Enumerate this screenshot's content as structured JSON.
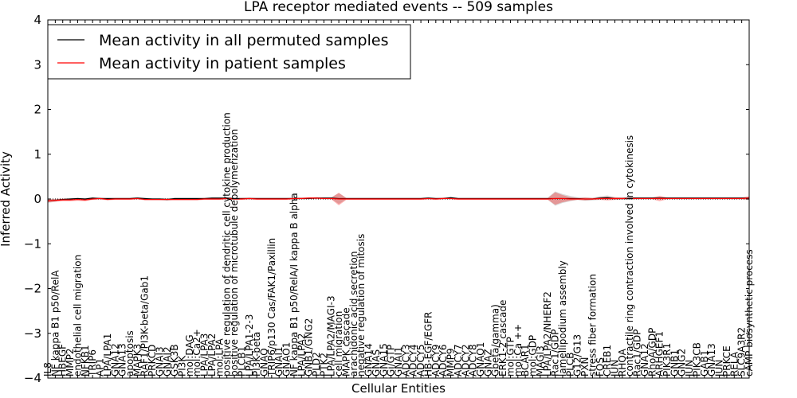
{
  "chart_data": {
    "type": "line",
    "title": "LPA receptor mediated events -- 509 samples",
    "xlabel": "Cellular Entities",
    "ylabel": "Inferred Activity",
    "ylim": [
      -4,
      4
    ],
    "yticks": [
      -4,
      -3,
      -2,
      -1,
      0,
      1,
      2,
      3,
      4
    ],
    "legend_position": "upper-left",
    "grid": false,
    "categories": [
      "IL8",
      "NF kappa B1 p50/RelA",
      "HBEGF",
      "MMP2",
      "endothelial cell migration",
      "NFKB1",
      "TRIP6",
      "AP1",
      "LPA/LPA1",
      "GNA12",
      "GNA13",
      "apoptosis",
      "MAPK3",
      "RAF1/PI3K-beta/Gab1",
      "PRKCD",
      "GNAI3",
      "GNAI2",
      "GSK3B",
      "PI3K",
      "mol:DAG",
      "mol:Ca2+",
      "LPA/LPA3",
      "LPA/LPA2",
      "mol:LPA",
      "positive regulation of dendritic cell cytokine production",
      "positive regulation of microtubule depolymerization",
      "PLCB1",
      "LPA/LPA1-2-3",
      "PI3K-beta",
      "GNAQ",
      "TRIP6/p130 Cas/FAK1/Paxillin",
      "GNAI1",
      "GNAO1",
      "NF kappa B1 p50/RelA/I kappa B alpha",
      "LPA/LPA2",
      "GNB1/GNG2",
      "PLD2",
      "PTK2",
      "LPA/LPA2/MAGI-3",
      "cell migration",
      "MAPK cascade",
      "arachidonic acid secretion",
      "negative regulation of mitosis",
      "GNA14",
      "GNAS",
      "GNA15",
      "Gi/GTP",
      "GNAI1",
      "ADCY3",
      "ADCY4",
      "ADCY5",
      "HB-EGF/EGFR",
      "ADCY9",
      "ADCY6",
      "MMP9",
      "ADCY7",
      "ADCY2",
      "ADCY8",
      "GNAO1",
      "GNAZ",
      "Gbeta/gamma)",
      "ERK1-2 cascade",
      "mol:GTP",
      "mol:Ca ++",
      "BCAR1",
      "mol:GDP",
      "MAGI3",
      "LPA/LPA2/NHERF2",
      "Rac1/GDP",
      "lamellipodium assembly",
      "PLCB",
      "G12/G13",
      "PXN",
      "stress fiber formation",
      "FOS",
      "CREB1",
      "JUN",
      "RHOA",
      "contractile ring contraction involved in cytokinesis",
      "Rac1/GDP",
      "GNA12",
      "RhoA/GDP",
      "ARHGEF1",
      "PIK3R1",
      "GNB1",
      "GNG2",
      "JUN",
      "PIK3CB",
      "GAB1",
      "GNA13",
      "JUN",
      "PRKCE",
      "RELA",
      "SLC9A3R2",
      "cAMP biosynthetic process"
    ],
    "series": [
      {
        "name": "Mean activity in all permuted samples",
        "color": "#000000",
        "values": [
          -0.04,
          -0.03,
          -0.01,
          0.0,
          0.01,
          0.0,
          0.02,
          0.01,
          0.01,
          0.01,
          0.01,
          0.01,
          0.02,
          0.01,
          0.0,
          0.0,
          -0.01,
          0.01,
          0.01,
          0.01,
          0.01,
          0.01,
          0.02,
          0.02,
          0.02,
          0.01,
          0.01,
          0.01,
          0.01,
          0.01,
          0.01,
          0.01,
          0.01,
          0.01,
          0.01,
          0.01,
          0.02,
          0.02,
          0.02,
          0.01,
          0.01,
          0.01,
          0.01,
          0.01,
          0.01,
          0.01,
          0.01,
          0.01,
          0.01,
          0.01,
          0.01,
          0.02,
          0.01,
          0.01,
          0.03,
          0.01,
          0.01,
          0.01,
          0.01,
          0.01,
          0.01,
          0.01,
          0.01,
          0.01,
          0.01,
          0.01,
          0.01,
          0.01,
          0.01,
          0.01,
          0.01,
          0.01,
          0.0,
          0.0,
          0.02,
          0.03,
          0.01,
          0.01,
          0.02,
          0.02,
          0.02,
          0.02,
          0.02,
          0.02,
          0.02,
          0.02,
          0.02,
          0.02,
          0.02,
          0.02,
          0.02,
          0.02,
          0.02,
          0.02,
          0.02
        ]
      },
      {
        "name": "Mean activity in patient samples",
        "color": "#ff0000",
        "values": [
          -0.04,
          -0.03,
          -0.02,
          -0.02,
          -0.01,
          -0.02,
          0.0,
          0.01,
          -0.01,
          0.0,
          0.0,
          0.0,
          0.01,
          -0.01,
          -0.01,
          -0.01,
          -0.01,
          -0.01,
          -0.01,
          -0.01,
          -0.01,
          0.0,
          0.0,
          0.0,
          0.01,
          0.0,
          0.0,
          0.01,
          0.0,
          0.0,
          0.0,
          0.0,
          0.0,
          0.01,
          0.01,
          0.02,
          0.02,
          0.01,
          0.01,
          0.0,
          0.0,
          0.0,
          0.0,
          0.0,
          0.0,
          0.0,
          0.0,
          0.0,
          0.0,
          0.0,
          0.0,
          0.01,
          0.0,
          0.01,
          0.01,
          0.0,
          0.0,
          0.0,
          0.0,
          0.0,
          0.0,
          0.0,
          0.0,
          0.0,
          0.0,
          0.0,
          0.0,
          0.0,
          0.01,
          0.01,
          0.0,
          0.0,
          0.0,
          0.0,
          0.01,
          0.01,
          0.01,
          0.01,
          0.01,
          0.01,
          0.01,
          0.01,
          0.01,
          0.01,
          0.01,
          0.01,
          0.01,
          0.01,
          0.01,
          0.01,
          0.01,
          0.01,
          0.01,
          0.01,
          0.02
        ]
      }
    ],
    "band_halfwidth": {
      "permuted": [
        0.05,
        0.03,
        0.02,
        0.02,
        0.02,
        0.02,
        0.02,
        0.02,
        0.02,
        0.02,
        0.02,
        0.02,
        0.02,
        0.02,
        0.02,
        0.02,
        0.03,
        0.02,
        0.02,
        0.02,
        0.02,
        0.02,
        0.02,
        0.02,
        0.02,
        0.02,
        0.02,
        0.02,
        0.02,
        0.02,
        0.02,
        0.02,
        0.02,
        0.02,
        0.02,
        0.02,
        0.02,
        0.02,
        0.02,
        0.12,
        0.02,
        0.02,
        0.02,
        0.02,
        0.02,
        0.02,
        0.02,
        0.02,
        0.02,
        0.02,
        0.02,
        0.02,
        0.02,
        0.02,
        0.02,
        0.02,
        0.02,
        0.02,
        0.02,
        0.02,
        0.02,
        0.02,
        0.02,
        0.02,
        0.02,
        0.02,
        0.02,
        0.02,
        0.16,
        0.1,
        0.06,
        0.03,
        0.04,
        0.03,
        0.04,
        0.05,
        0.03,
        0.03,
        0.02,
        0.02,
        0.02,
        0.02,
        0.03,
        0.02,
        0.02,
        0.02,
        0.02,
        0.02,
        0.02,
        0.02,
        0.02,
        0.02,
        0.02,
        0.02,
        0.03
      ],
      "patient": [
        0.03,
        0.03,
        0.03,
        0.03,
        0.03,
        0.03,
        0.02,
        0.02,
        0.02,
        0.02,
        0.02,
        0.02,
        0.02,
        0.02,
        0.02,
        0.02,
        0.02,
        0.02,
        0.02,
        0.02,
        0.02,
        0.02,
        0.02,
        0.02,
        0.02,
        0.02,
        0.02,
        0.02,
        0.02,
        0.02,
        0.02,
        0.02,
        0.02,
        0.02,
        0.02,
        0.02,
        0.02,
        0.02,
        0.02,
        0.14,
        0.02,
        0.02,
        0.02,
        0.02,
        0.02,
        0.02,
        0.02,
        0.02,
        0.02,
        0.02,
        0.02,
        0.02,
        0.02,
        0.02,
        0.02,
        0.02,
        0.02,
        0.02,
        0.02,
        0.02,
        0.02,
        0.02,
        0.02,
        0.02,
        0.02,
        0.02,
        0.02,
        0.02,
        0.14,
        0.08,
        0.04,
        0.02,
        0.03,
        0.02,
        0.03,
        0.04,
        0.03,
        0.02,
        0.02,
        0.02,
        0.02,
        0.02,
        0.06,
        0.02,
        0.02,
        0.02,
        0.02,
        0.02,
        0.02,
        0.02,
        0.02,
        0.02,
        0.02,
        0.02,
        0.04
      ]
    }
  }
}
